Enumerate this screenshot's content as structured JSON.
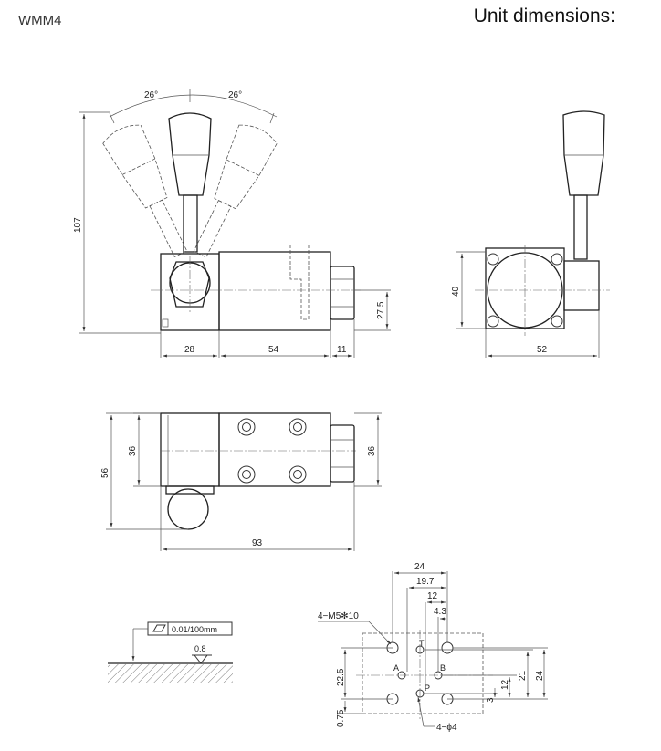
{
  "header": {
    "model": "WMM4",
    "title": "Unit dimensions:"
  },
  "front_view": {
    "angle_left": "26°",
    "angle_right": "26°",
    "dim_height": "107",
    "dim_width_a": "28",
    "dim_width_b": "54",
    "dim_width_c": "11",
    "dim_port": "27.5"
  },
  "side_view": {
    "dim_height": "40",
    "dim_width": "52"
  },
  "top_view": {
    "dim_height_total": "56",
    "dim_height_body": "36",
    "dim_height_right": "36",
    "dim_length": "93"
  },
  "surface_spec": {
    "flatness": "0.01/100mm",
    "roughness": "0.8"
  },
  "mounting_face": {
    "dim_24": "24",
    "dim_19_7": "19.7",
    "dim_12": "12",
    "dim_4_3": "4.3",
    "screw_note": "4−M5✻10",
    "port_note": "4−ϕ4",
    "dim_22_5": "22.5",
    "dim_0_75": "0.75",
    "dim_3": "3",
    "dim_12_v": "12",
    "dim_21": "21",
    "dim_24_v": "24",
    "port_a": "A",
    "port_b": "B",
    "port_t": "T",
    "port_p": "P"
  }
}
